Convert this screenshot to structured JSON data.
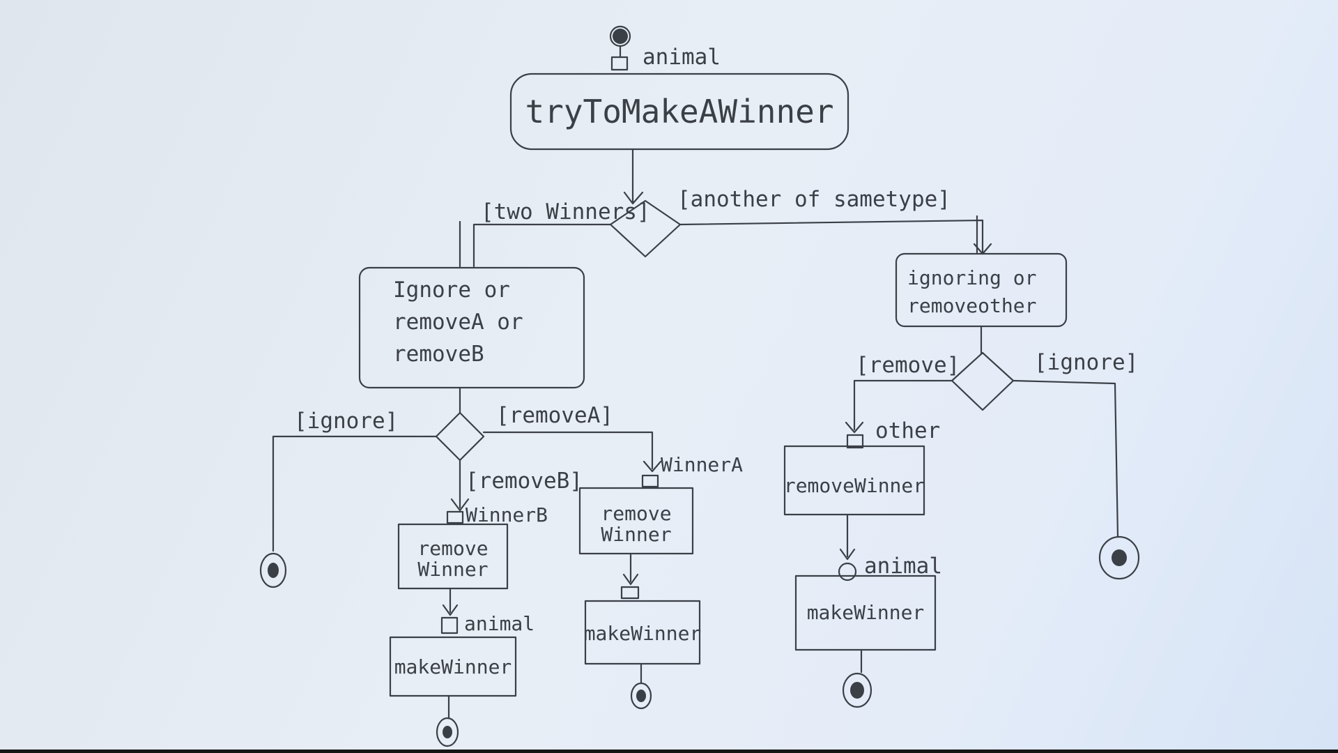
{
  "diagram": {
    "initial_param": "animal",
    "main_action": "tryToMakeAWinner",
    "guard_two_winners": "[two Winners]",
    "guard_same_type": "[another of sametype]",
    "left_action_lines": [
      "Ignore or",
      "removeA or",
      "removeB"
    ],
    "right_action_lines": [
      "ignoring or",
      "removeother"
    ],
    "guard_left_ignore": "[ignore]",
    "guard_remove_a": "[removeA]",
    "guard_remove_b": "[removeB]",
    "pin_winner_a": "WinnerA",
    "pin_winner_b": "WinnerB",
    "remove_winner_a_lines": [
      "remove",
      "Winner"
    ],
    "remove_winner_b_lines": [
      "remove",
      "Winner"
    ],
    "pin_animal_b": "animal",
    "make_winner_b": "makeWinner",
    "make_winner_a": "makeWinner",
    "guard_right_remove": "[remove]",
    "guard_right_ignore": "[ignore]",
    "pin_other": "other",
    "remove_winner_right": "removeWinner",
    "pin_animal_right": "animal",
    "make_winner_right": "makeWinner"
  }
}
